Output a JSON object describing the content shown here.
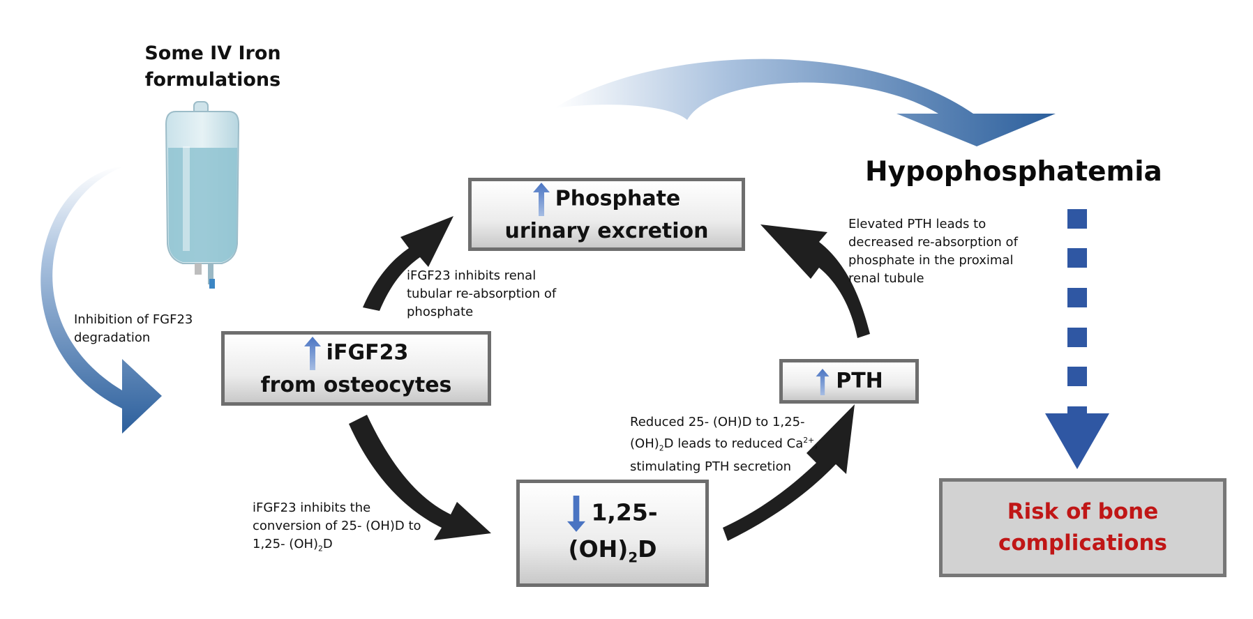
{
  "iv_iron": {
    "line1": "Some IV Iron",
    "line2": "formulations"
  },
  "boxes": {
    "phosphate": {
      "line1": "Phosphate",
      "line2": "urinary excretion"
    },
    "ifgf23": {
      "line1": "iFGF23",
      "line2": "from osteocytes"
    },
    "vitd": {
      "text": "1,25- (OH)",
      "sub": "2",
      "suffix": "D"
    },
    "pth": {
      "text": "PTH"
    },
    "risk": {
      "line1": "Risk of bone",
      "line2": "complications"
    }
  },
  "outcome": {
    "title": "Hypophosphatemia"
  },
  "annotations": {
    "inhibition": {
      "line1": "Inhibition of FGF23",
      "line2": "degradation"
    },
    "renal": {
      "line1": "iFGF23 inhibits  renal",
      "line2": "tubular re-absorption of",
      "line3": "phosphate"
    },
    "conversion": {
      "line1": "iFGF23 inhibits the",
      "line2": "conversion of 25- (OH)D to",
      "line3a": "1,25- (OH)",
      "line3sub": "2",
      "line3b": "D"
    },
    "reduced": {
      "line1": "Reduced 25- (OH)D to 1,25-",
      "line2a": "(OH)",
      "line2sub": "2",
      "line2b": "D leads to reduced Ca",
      "line2sup": "2+",
      "line2c": ",",
      "line3": "stimulating PTH secretion"
    },
    "elevated_pth": {
      "line1": "Elevated PTH leads to",
      "line2": "decreased re-absorption of",
      "line3": "phosphate in the proximal",
      "line4": "renal tubule"
    }
  },
  "colors": {
    "accent_blue": "#2e5d9a",
    "arrow_dark": "#1f1f1f",
    "risk_red": "#c01616",
    "box_border": "#6e6e6e"
  }
}
